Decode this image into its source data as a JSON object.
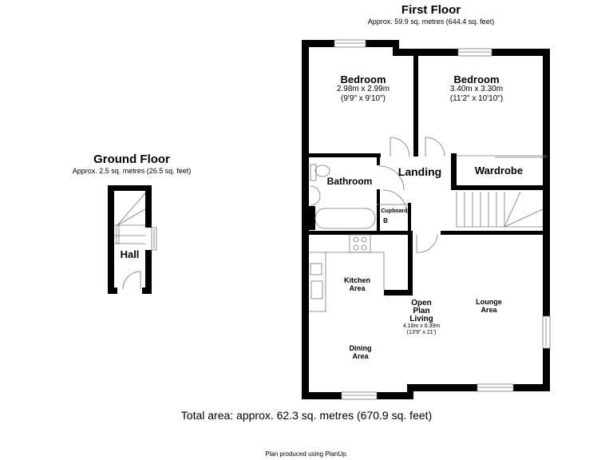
{
  "first_floor": {
    "title": "First Floor",
    "area": "Approx. 59.9 sq. metres (644.4 sq. feet)",
    "rooms": {
      "bedroom1": {
        "name": "Bedroom",
        "dim_m": "2.98m x 2.99m",
        "dim_ft": "(9'9\" x 9'10\")"
      },
      "bedroom2": {
        "name": "Bedroom",
        "dim_m": "3.40m x 3.30m",
        "dim_ft": "(11'2\" x 10'10\")"
      },
      "bathroom": {
        "name": "Bathroom"
      },
      "landing": {
        "name": "Landing"
      },
      "wardrobe": {
        "name": "Wardrobe"
      },
      "cupboard": {
        "name": "Cupboard",
        "mark": "B"
      },
      "kitchen": {
        "name_line1": "Kitchen",
        "name_line2": "Area"
      },
      "open_plan": {
        "line1": "Open",
        "line2": "Plan",
        "line3": "Living",
        "dim_m": "4.18m x 6.39m",
        "dim_ft": "(13'9\" x 21')"
      },
      "lounge": {
        "name_line1": "Lounge",
        "name_line2": "Area"
      },
      "dining": {
        "name_line1": "Dining",
        "name_line2": "Area"
      }
    }
  },
  "ground_floor": {
    "title": "Ground Floor",
    "area": "Approx. 2.5 sq. metres (26.5 sq. feet)",
    "rooms": {
      "hall": {
        "name": "Hall"
      }
    }
  },
  "total_area": "Total area: approx. 62.3 sq. metres (670.9 sq. feet)",
  "credit": "Plan produced using PlanUp.",
  "colors": {
    "wall": "#000000",
    "fixture": "#888888",
    "background": "#ffffff"
  }
}
